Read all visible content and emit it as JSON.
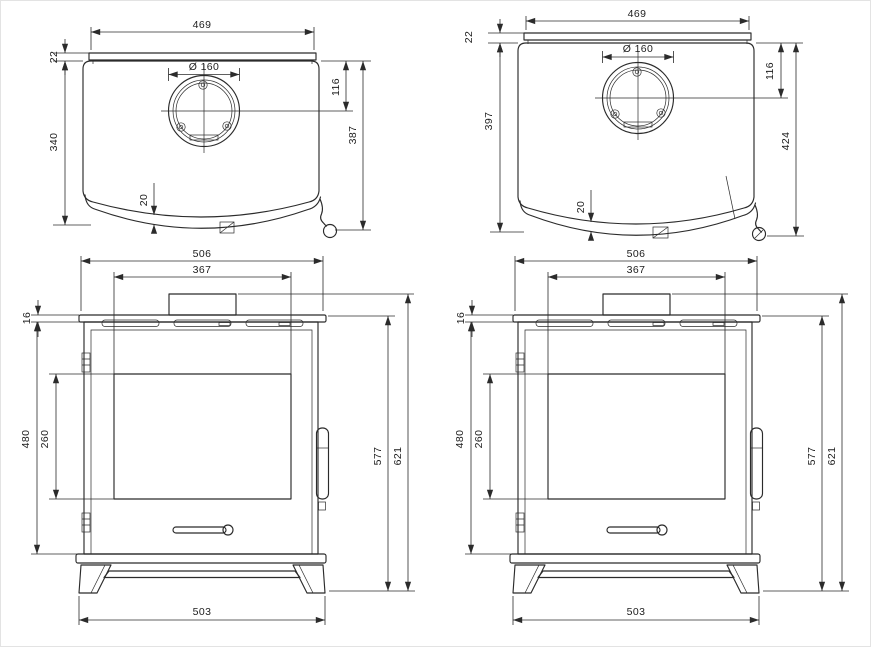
{
  "drawing": {
    "background": "#ffffff",
    "line_color": "#2b2b2b",
    "description": "Technical dimension drawing of a wood-burning stove: two top views and two front views",
    "views": {
      "top_left": {
        "dim_width": "469",
        "dim_plate_gap": "22",
        "dim_flue": "Ø 160",
        "dim_flue_center": "116",
        "dim_depth_body": "340",
        "dim_depth_total": "387",
        "dim_lip": "20"
      },
      "top_right": {
        "dim_width": "469",
        "dim_plate_gap": "22",
        "dim_flue": "Ø 160",
        "dim_flue_center": "116",
        "dim_depth_body": "397",
        "dim_depth_total": "424",
        "dim_lip": "20"
      },
      "front_left": {
        "dim_plate_width": "506",
        "dim_glass_width": "367",
        "dim_plate_thickness": "16",
        "dim_body_height": "480",
        "dim_glass_height": "260",
        "dim_height_to_plate": "577",
        "dim_height_total": "621",
        "dim_base_width": "503"
      },
      "front_right": {
        "dim_plate_width": "506",
        "dim_glass_width": "367",
        "dim_plate_thickness": "16",
        "dim_body_height": "480",
        "dim_glass_height": "260",
        "dim_height_to_plate": "577",
        "dim_height_total": "621",
        "dim_base_width": "503"
      }
    }
  }
}
